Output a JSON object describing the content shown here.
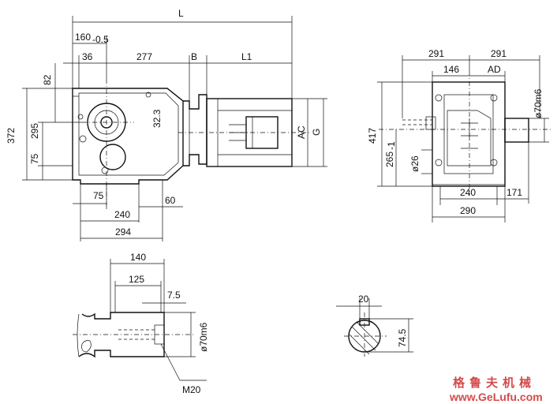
{
  "side_view": {
    "overall_length": "L",
    "dims_top": {
      "d160": "160",
      "d160_tol": "-0.5",
      "d36": "36",
      "d277": "277",
      "dB": "B",
      "dL1": "L1"
    },
    "dims_left": {
      "d372": "372",
      "d295": "295",
      "d82": "82",
      "d75": "75"
    },
    "dims_bottom": {
      "d75": "75",
      "d240": "240",
      "d60": "60",
      "d294": "294"
    },
    "d32_3": "32.3",
    "dAC": "AC",
    "dG": "G"
  },
  "end_view": {
    "d291_left": "291",
    "d291_right": "291",
    "d146": "146",
    "dAD": "AD",
    "d417": "417",
    "d265": "265",
    "d265_tol": "-1",
    "d26": "ø26",
    "d70m6": "ø70m6",
    "d240": "240",
    "d171": "171",
    "d290": "290"
  },
  "shaft_detail": {
    "d140": "140",
    "d125": "125",
    "d7_5": "7.5",
    "d70m6": "ø70m6",
    "thread": "M20"
  },
  "key_section": {
    "d20": "20",
    "d74_5": "74.5"
  },
  "watermark": {
    "brand_cn": "格鲁夫机械",
    "url": "www.GeLufu.com"
  }
}
